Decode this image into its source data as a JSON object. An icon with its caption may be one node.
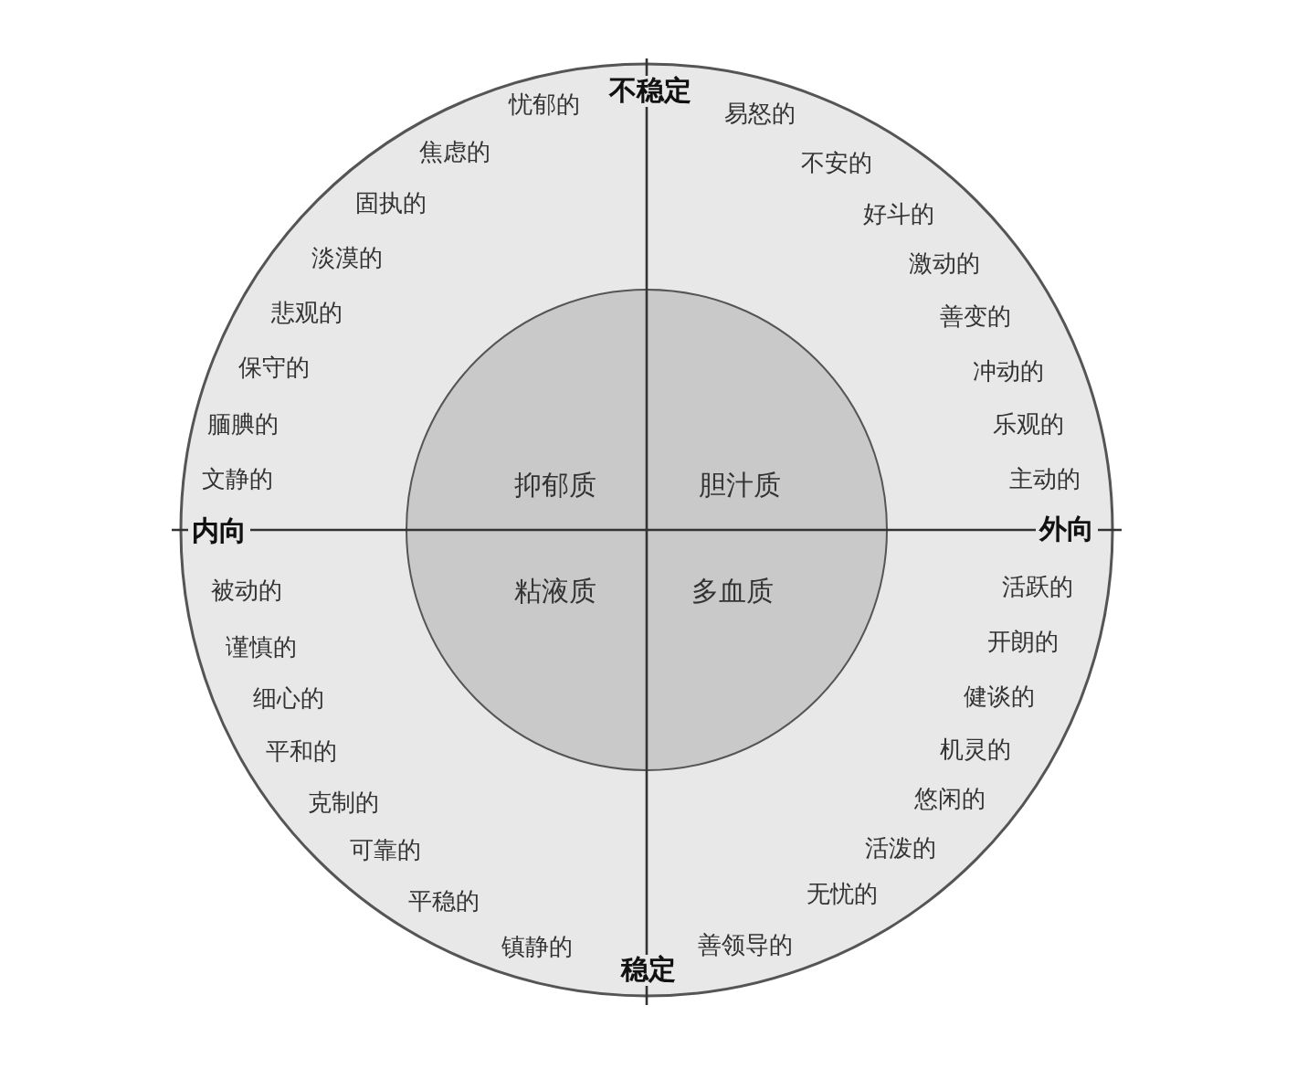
{
  "diagram": {
    "nodes": [
      {
        "text": [
          "抑郁质",
          "胆汁质",
          "粘液质",
          "多血质"
        ]
      }
    ],
    "labels": [
      "不稳定",
      "忧郁的",
      "焦虑的",
      "固执的",
      "淡漠的",
      "悲观的",
      "保守的",
      "腼腆的",
      "文静的",
      "易怒的",
      "不安的",
      "好斗的",
      "激动的",
      "善变的",
      "冲动的",
      "乐观的",
      "主动的",
      "内向",
      "外向",
      "被动的",
      "谨慎的",
      "细心的",
      "平和的",
      "克制的",
      "可靠的",
      "平稳的",
      "镇静的",
      "活跃的",
      "开朗的",
      "健谈的",
      "机灵的",
      "悠闲的",
      "活泼的",
      "无忧的",
      "善领导的",
      "稳定"
    ]
  }
}
